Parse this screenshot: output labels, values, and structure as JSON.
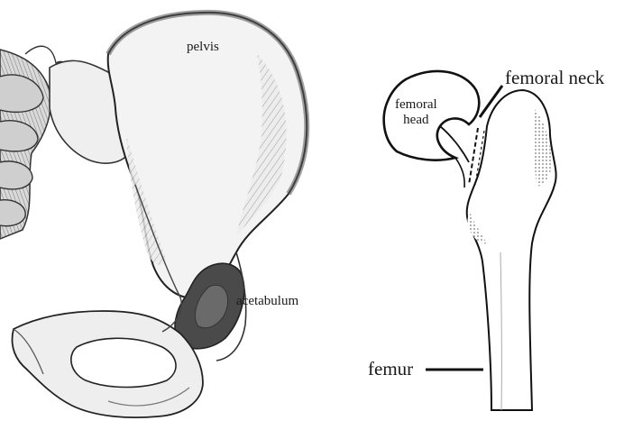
{
  "labels": {
    "pelvis": "pelvis",
    "acetabulum": "acetabulum",
    "femoral_neck": "femoral neck",
    "femoral_head_line1": "femoral",
    "femoral_head_line2": "head",
    "femur": "femur"
  },
  "colors": {
    "ink": "#1a1a1a",
    "bone_fill": "#e6e6e6",
    "bone_shade": "#8a8a8a",
    "socket_dark": "#3a3a3a",
    "background": "#ffffff"
  }
}
